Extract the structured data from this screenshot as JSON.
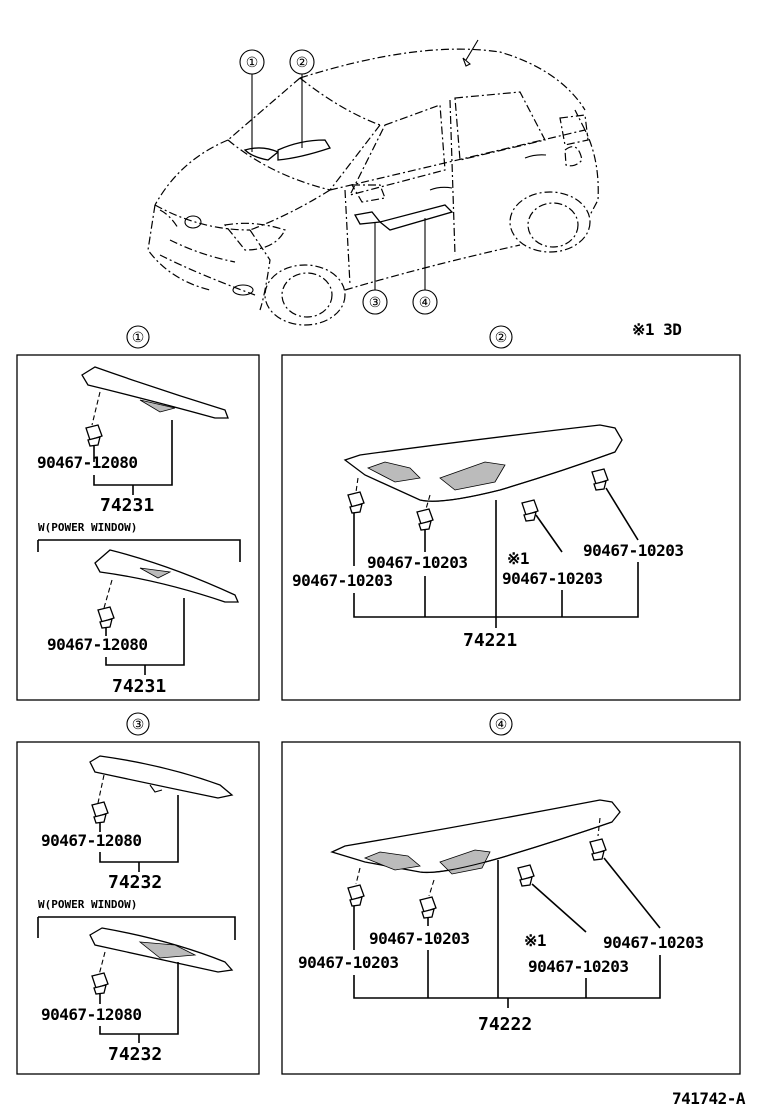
{
  "footer_code": "741742-A",
  "note": "※1 3D",
  "overview": {
    "callouts": [
      "①",
      "②",
      "③",
      "④"
    ]
  },
  "panels": {
    "p1": {
      "title": "①",
      "top_clip": "90467-12080",
      "top_part": "74231",
      "option_label": "W(POWER WINDOW)",
      "bottom_clip": "90467-12080",
      "bottom_part": "74231"
    },
    "p2": {
      "title": "②",
      "clip_a": "90467-10203",
      "clip_b": "90467-10203",
      "clip_c_mark": "※1",
      "clip_c": "90467-10203",
      "clip_d": "90467-10203",
      "part": "74221"
    },
    "p3": {
      "title": "③",
      "top_clip": "90467-12080",
      "top_part": "74232",
      "option_label": "W(POWER WINDOW)",
      "bottom_clip": "90467-12080",
      "bottom_part": "74232"
    },
    "p4": {
      "title": "④",
      "clip_a": "90467-10203",
      "clip_b": "90467-10203",
      "clip_c_mark": "※1",
      "clip_c": "90467-10203",
      "clip_d": "90467-10203",
      "part": "74222"
    }
  }
}
